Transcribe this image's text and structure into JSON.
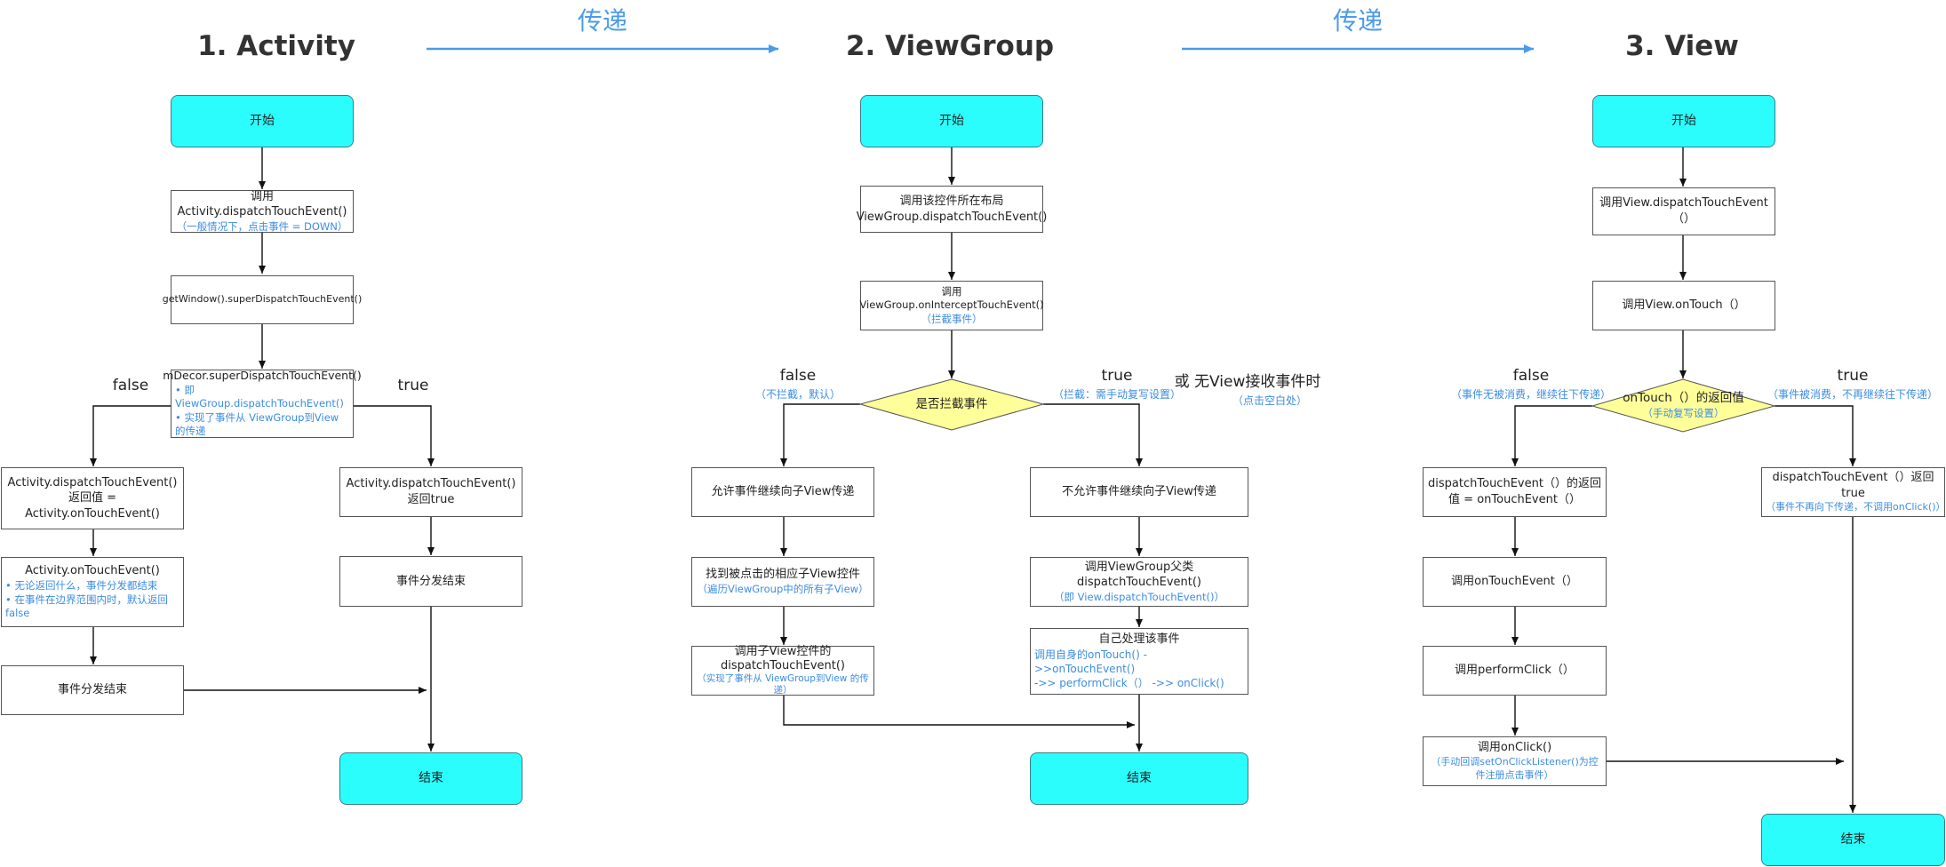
{
  "colors": {
    "terminal_fill": "#2bfdfd",
    "decision_fill": "#ffff99",
    "note_blue": "#3c8de2",
    "pass_arrow": "#4a9be8"
  },
  "columns": {
    "activity": {
      "title": "1. Activity",
      "start": "开始",
      "dispatch": {
        "main": "调用Activity.dispatchTouchEvent()",
        "sub": "（一般情况下，点击事件 = DOWN）"
      },
      "get_window": "getWindow().superDispatchTouchEvent()",
      "decor": {
        "main": "mDecor.superDispatchTouchEvent()",
        "note1": "• 即 ViewGroup.dispatchTouchEvent()",
        "note2": "• 实现了事件从 ViewGroup到View 的传递"
      },
      "false_label": "false",
      "true_label": "true",
      "return_ontouch": "Activity.dispatchTouchEvent()返回值 = Activity.onTouchEvent()",
      "ontouch": {
        "main": "Activity.onTouchEvent()",
        "note1": "• 无论返回什么，事件分发都结束",
        "note2": "• 在事件在边界范围内时，默认返回false"
      },
      "end_left": "事件分发结束",
      "return_true": "Activity.dispatchTouchEvent()返回true",
      "end_right": "事件分发结束",
      "finish": "结束"
    },
    "viewgroup": {
      "title": "2. ViewGroup",
      "start": "开始",
      "dispatch": {
        "line1": "调用该控件所在布局",
        "line2": "ViewGroup.dispatchTouchEvent()"
      },
      "intercept": {
        "main": "调用ViewGroup.onInterceptTouchEvent()",
        "sub": "（拦截事件）"
      },
      "decision": "是否拦截事件",
      "false_label": "false",
      "false_sub": "（不拦截，默认）",
      "true_label": "true",
      "true_sub": "（拦截：需手动复写设置）",
      "or_label": "或   无View接收事件时",
      "or_sub": "（点击空白处）",
      "allow": "允许事件继续向子View传递",
      "find": {
        "main": "找到被点击的相应子View控件",
        "sub": "（遍历ViewGroup中的所有子View）"
      },
      "child_dispatch": {
        "line1": "调用子View控件的",
        "line2": "dispatchTouchEvent()",
        "sub": "（实现了事件从 ViewGroup到View 的传递）"
      },
      "deny": "不允许事件继续向子View传递",
      "parent_dispatch": {
        "main": "调用ViewGroup父类dispatchTouchEvent()",
        "sub": "（即 View.dispatchTouchEvent()）"
      },
      "self_handle": {
        "main": "自己处理该事件",
        "note1": "调用自身的onTouch() ->>onTouchEvent()",
        "note2": "->> performClick（） ->> onClick()"
      },
      "finish": "结束"
    },
    "view": {
      "title": "3. View",
      "start": "开始",
      "dispatch": "调用View.dispatchTouchEvent（）",
      "ontouch": "调用View.onTouch（）",
      "decision": {
        "main": "onTouch（）的返回值",
        "sub": "（手动复写设置）"
      },
      "false_label": "false",
      "false_sub": "（事件无被消费，继续往下传递）",
      "true_label": "true",
      "true_sub": "（事件被消费，不再继续往下传递）",
      "return_value": "dispatchTouchEvent（）的返回值 = onTouchEvent（）",
      "call_ontouchevent": "调用onTouchEvent（）",
      "perform_click": "调用performClick（）",
      "onclick": {
        "main": "调用onClick()",
        "sub": "（手动回调setOnClickListener()为控件注册点击事件）"
      },
      "return_true": {
        "main": "dispatchTouchEvent（）返回true",
        "sub": "（事件不再向下传递，不调用onClick()）"
      },
      "finish": "结束"
    }
  },
  "pass_labels": [
    "传递",
    "传递"
  ]
}
